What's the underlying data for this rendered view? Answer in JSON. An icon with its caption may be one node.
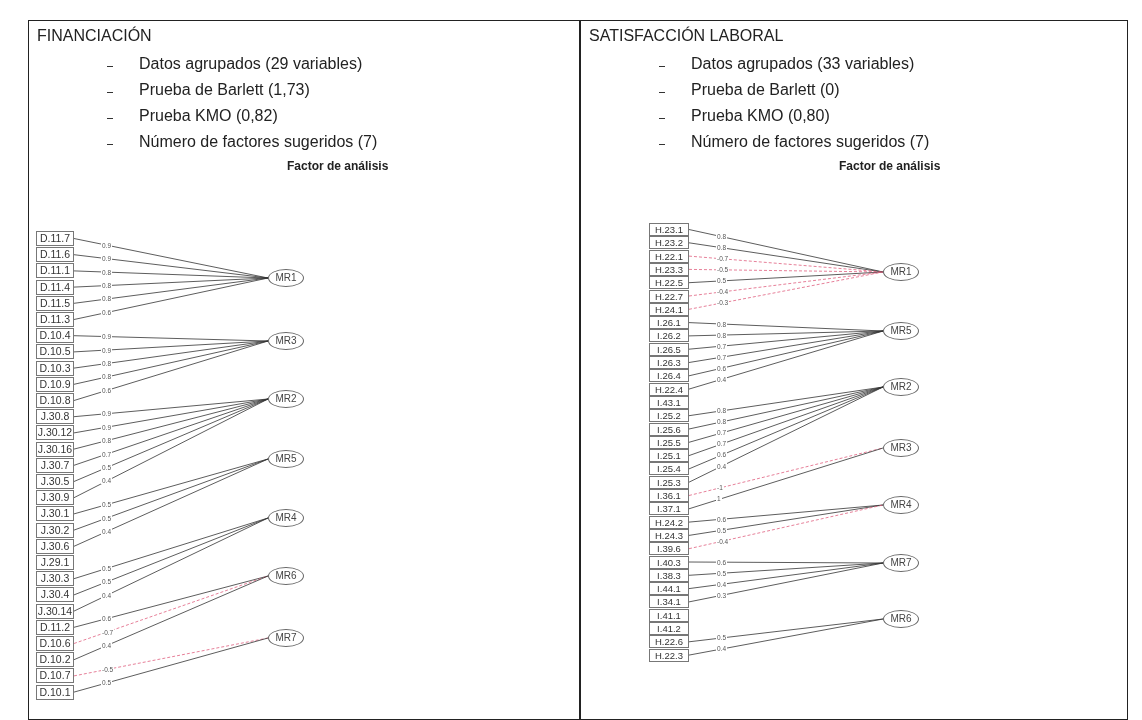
{
  "diagram": {
    "nodes": [
      {
        "text": [
          "FINANCIACIÓN",
          "Datos agrupados (29 variables)",
          "Prueba de Barlett (1,73)",
          "Prueba KMO (0,82)",
          "Número de factores sugeridos (7)",
          "Factor de análisis"
        ]
      },
      {
        "text": [
          "D.11.7"
        ],
        "in": 0
      },
      {
        "text": [
          "D.11.6"
        ],
        "in": 0
      },
      {
        "text": [
          "D.11.1"
        ],
        "in": 0
      },
      {
        "text": [
          "D.11.4"
        ],
        "in": 0
      },
      {
        "text": [
          "D.11.5"
        ],
        "in": 0
      },
      {
        "text": [
          "D.11.3"
        ],
        "in": 0
      },
      {
        "text": [
          "D.10.4"
        ],
        "in": 0
      },
      {
        "text": [
          "D.10.5"
        ],
        "in": 0
      },
      {
        "text": [
          "D.10.3"
        ],
        "in": 0
      },
      {
        "text": [
          "D.10.9"
        ],
        "in": 0
      },
      {
        "text": [
          "D.10.8"
        ],
        "in": 0
      },
      {
        "text": [
          "J.30.8"
        ],
        "in": 0
      },
      {
        "text": [
          "J.30.12"
        ],
        "in": 0
      },
      {
        "text": [
          "J.30.16"
        ],
        "in": 0
      },
      {
        "text": [
          "J.30.7"
        ],
        "in": 0
      },
      {
        "text": [
          "J.30.5"
        ],
        "in": 0
      },
      {
        "text": [
          "J.30.9"
        ],
        "in": 0
      },
      {
        "text": [
          "J.30.1"
        ],
        "in": 0
      },
      {
        "text": [
          "J.30.2"
        ],
        "in": 0
      },
      {
        "text": [
          "J.30.6"
        ],
        "in": 0
      },
      {
        "text": [
          "J.29.1"
        ],
        "in": 0
      },
      {
        "text": [
          "J.30.3"
        ],
        "in": 0
      },
      {
        "text": [
          "J.30.4"
        ],
        "in": 0
      },
      {
        "text": [
          "J.30.14"
        ],
        "in": 0
      },
      {
        "text": [
          "D.11.2"
        ],
        "in": 0
      },
      {
        "text": [
          "D.10.6"
        ],
        "in": 0
      },
      {
        "text": [
          "D.10.2"
        ],
        "in": 0
      },
      {
        "text": [
          "D.10.7"
        ],
        "in": 0
      },
      {
        "text": [
          "D.10.1"
        ],
        "in": 0
      },
      {
        "text": [
          "MR1"
        ],
        "in": 0
      },
      {
        "text": [
          "MR3"
        ],
        "in": 0
      },
      {
        "text": [
          "MR2"
        ],
        "in": 0
      },
      {
        "text": [
          "MR5"
        ],
        "in": 0
      },
      {
        "text": [
          "MR4"
        ],
        "in": 0
      },
      {
        "text": [
          "MR6"
        ],
        "in": 0
      },
      {
        "text": [
          "MR7"
        ],
        "in": 0
      },
      {
        "text": [
          "SATISFACCIÓN LABORAL",
          "Datos agrupados (33 variables)",
          "Prueba de Barlett (0)",
          "Prueba KMO (0,80)",
          "Número de factores sugeridos (7)",
          "Factor de análisis"
        ]
      },
      {
        "text": [
          "H.23.1"
        ],
        "in": 37
      },
      {
        "text": [
          "H.23.2"
        ],
        "in": 37
      },
      {
        "text": [
          "H.22.1"
        ],
        "in": 37
      },
      {
        "text": [
          "H.23.3"
        ],
        "in": 37
      },
      {
        "text": [
          "H.22.5"
        ],
        "in": 37
      },
      {
        "text": [
          "H.22.7"
        ],
        "in": 37
      },
      {
        "text": [
          "H.24.1"
        ],
        "in": 37
      },
      {
        "text": [
          "I.26.1"
        ],
        "in": 37
      },
      {
        "text": [
          "I.26.2"
        ],
        "in": 37
      },
      {
        "text": [
          "I.26.5"
        ],
        "in": 37
      },
      {
        "text": [
          "I.26.3"
        ],
        "in": 37
      },
      {
        "text": [
          "I.26.4"
        ],
        "in": 37
      },
      {
        "text": [
          "H.22.4"
        ],
        "in": 37
      },
      {
        "text": [
          "I.43.1"
        ],
        "in": 37
      },
      {
        "text": [
          "I.25.2"
        ],
        "in": 37
      },
      {
        "text": [
          "I.25.6"
        ],
        "in": 37
      },
      {
        "text": [
          "I.25.5"
        ],
        "in": 37
      },
      {
        "text": [
          "I.25.1"
        ],
        "in": 37
      },
      {
        "text": [
          "I.25.4"
        ],
        "in": 37
      },
      {
        "text": [
          "I.25.3"
        ],
        "in": 37
      },
      {
        "text": [
          "I.36.1"
        ],
        "in": 37
      },
      {
        "text": [
          "I.37.1"
        ],
        "in": 37
      },
      {
        "text": [
          "H.24.2"
        ],
        "in": 37
      },
      {
        "text": [
          "H.24.3"
        ],
        "in": 37
      },
      {
        "text": [
          "I.39.6"
        ],
        "in": 37
      },
      {
        "text": [
          "I.40.3"
        ],
        "in": 37
      },
      {
        "text": [
          "I.38.3"
        ],
        "in": 37
      },
      {
        "text": [
          "I.44.1"
        ],
        "in": 37
      },
      {
        "text": [
          "I.34.1"
        ],
        "in": 37
      },
      {
        "text": [
          "I.41.1"
        ],
        "in": 37
      },
      {
        "text": [
          "I.41.2"
        ],
        "in": 37
      },
      {
        "text": [
          "H.22.6"
        ],
        "in": 37
      },
      {
        "text": [
          "H.22.3"
        ],
        "in": 37
      },
      {
        "text": [
          "MR1"
        ],
        "in": 37
      },
      {
        "text": [
          "MR5"
        ],
        "in": 37
      },
      {
        "text": [
          "MR2"
        ],
        "in": 37
      },
      {
        "text": [
          "MR3"
        ],
        "in": 37
      },
      {
        "text": [
          "MR4"
        ],
        "in": 37
      },
      {
        "text": [
          "MR7"
        ],
        "in": 37
      },
      {
        "text": [
          "MR6"
        ],
        "in": 37
      }
    ],
    "edges": [
      {
        "from": 1,
        "to": 30,
        "arrow": "none",
        "label": "0.9"
      },
      {
        "from": 2,
        "to": 30,
        "arrow": "none",
        "label": "0.9"
      },
      {
        "from": 3,
        "to": 30,
        "arrow": "none",
        "label": "0.8"
      },
      {
        "from": 4,
        "to": 30,
        "arrow": "none",
        "label": "0.8"
      },
      {
        "from": 5,
        "to": 30,
        "arrow": "none",
        "label": "0.8"
      },
      {
        "from": 6,
        "to": 30,
        "arrow": "none",
        "label": "0.6"
      },
      {
        "from": 7,
        "to": 31,
        "arrow": "none",
        "label": "0.9"
      },
      {
        "from": 8,
        "to": 31,
        "arrow": "none",
        "label": "0.9"
      },
      {
        "from": 9,
        "to": 31,
        "arrow": "none",
        "label": "0.8"
      },
      {
        "from": 10,
        "to": 31,
        "arrow": "none",
        "label": "0.8"
      },
      {
        "from": 11,
        "to": 31,
        "arrow": "none",
        "label": "0.6"
      },
      {
        "from": 12,
        "to": 32,
        "arrow": "none",
        "label": "0.9"
      },
      {
        "from": 13,
        "to": 32,
        "arrow": "none",
        "label": "0.9"
      },
      {
        "from": 14,
        "to": 32,
        "arrow": "none",
        "label": "0.8"
      },
      {
        "from": 15,
        "to": 32,
        "arrow": "none",
        "label": "0.7"
      },
      {
        "from": 16,
        "to": 32,
        "arrow": "none",
        "label": "0.5"
      },
      {
        "from": 17,
        "to": 32,
        "arrow": "none",
        "label": "0.4"
      },
      {
        "from": 18,
        "to": 33,
        "arrow": "none",
        "label": "0.5"
      },
      {
        "from": 19,
        "to": 33,
        "arrow": "none",
        "label": "0.5"
      },
      {
        "from": 20,
        "to": 33,
        "arrow": "none",
        "label": "0.4"
      },
      {
        "from": 22,
        "to": 34,
        "arrow": "none",
        "label": "0.5"
      },
      {
        "from": 23,
        "to": 34,
        "arrow": "none",
        "label": "0.5"
      },
      {
        "from": 24,
        "to": 34,
        "arrow": "none",
        "label": "0.4"
      },
      {
        "from": 25,
        "to": 35,
        "arrow": "none",
        "label": "0.6"
      },
      {
        "from": 26,
        "to": 35,
        "arrow": "none",
        "label": "-0.7",
        "style": "dashed",
        "color": "#e0607f"
      },
      {
        "from": 27,
        "to": 35,
        "arrow": "none",
        "label": "0.4"
      },
      {
        "from": 28,
        "to": 36,
        "arrow": "none",
        "label": "-0.5",
        "style": "dashed",
        "color": "#e0607f"
      },
      {
        "from": 29,
        "to": 36,
        "arrow": "none",
        "label": "0.5"
      },
      {
        "from": 38,
        "to": 71,
        "arrow": "none",
        "label": "0.8"
      },
      {
        "from": 39,
        "to": 71,
        "arrow": "none",
        "label": "0.8"
      },
      {
        "from": 40,
        "to": 71,
        "arrow": "none",
        "label": "-0.7",
        "style": "dashed",
        "color": "#e0607f"
      },
      {
        "from": 41,
        "to": 71,
        "arrow": "none",
        "label": "-0.5",
        "style": "dashed",
        "color": "#e0607f"
      },
      {
        "from": 42,
        "to": 71,
        "arrow": "none",
        "label": "0.5"
      },
      {
        "from": 43,
        "to": 71,
        "arrow": "none",
        "label": "-0.4",
        "style": "dashed",
        "color": "#e0607f"
      },
      {
        "from": 44,
        "to": 71,
        "arrow": "none",
        "label": "-0.3",
        "style": "dashed",
        "color": "#e0607f"
      },
      {
        "from": 45,
        "to": 72,
        "arrow": "none",
        "label": "0.8"
      },
      {
        "from": 46,
        "to": 72,
        "arrow": "none",
        "label": "0.8"
      },
      {
        "from": 47,
        "to": 72,
        "arrow": "none",
        "label": "0.7"
      },
      {
        "from": 48,
        "to": 72,
        "arrow": "none",
        "label": "0.7"
      },
      {
        "from": 49,
        "to": 72,
        "arrow": "none",
        "label": "0.6"
      },
      {
        "from": 50,
        "to": 72,
        "arrow": "none",
        "label": "0.4"
      },
      {
        "from": 52,
        "to": 73,
        "arrow": "none",
        "label": "0.8"
      },
      {
        "from": 53,
        "to": 73,
        "arrow": "none",
        "label": "0.8"
      },
      {
        "from": 54,
        "to": 73,
        "arrow": "none",
        "label": "0.7"
      },
      {
        "from": 55,
        "to": 73,
        "arrow": "none",
        "label": "0.7"
      },
      {
        "from": 56,
        "to": 73,
        "arrow": "none",
        "label": "0.6"
      },
      {
        "from": 57,
        "to": 73,
        "arrow": "none",
        "label": "0.4"
      },
      {
        "from": 58,
        "to": 74,
        "arrow": "none",
        "label": "-1",
        "style": "dashed",
        "color": "#e0607f"
      },
      {
        "from": 59,
        "to": 74,
        "arrow": "none",
        "label": "1"
      },
      {
        "from": 60,
        "to": 75,
        "arrow": "none",
        "label": "0.6"
      },
      {
        "from": 61,
        "to": 75,
        "arrow": "none",
        "label": "0.5"
      },
      {
        "from": 62,
        "to": 75,
        "arrow": "none",
        "label": "-0.4",
        "style": "dashed",
        "color": "#e0607f"
      },
      {
        "from": 63,
        "to": 76,
        "arrow": "none",
        "label": "0.6"
      },
      {
        "from": 64,
        "to": 76,
        "arrow": "none",
        "label": "0.5"
      },
      {
        "from": 65,
        "to": 76,
        "arrow": "none",
        "label": "0.4"
      },
      {
        "from": 66,
        "to": 76,
        "arrow": "none",
        "label": "0.3"
      },
      {
        "from": 69,
        "to": 77,
        "arrow": "none",
        "label": "0.5"
      },
      {
        "from": 70,
        "to": 77,
        "arrow": "none",
        "label": "0.4"
      }
    ]
  }
}
